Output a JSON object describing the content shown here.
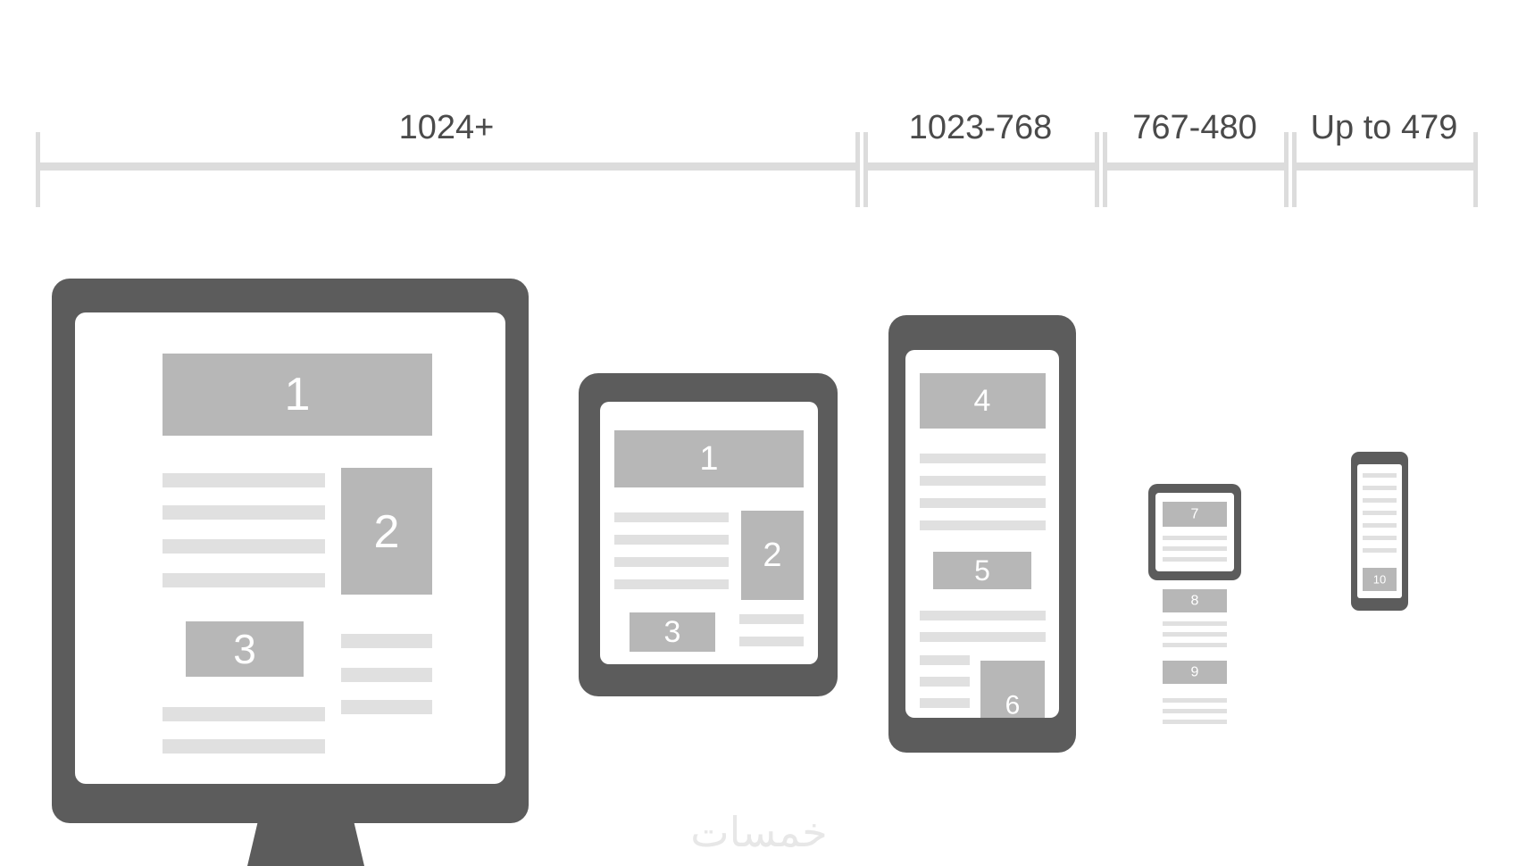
{
  "breakpoints": [
    {
      "label": "1024+"
    },
    {
      "label": "1023-768"
    },
    {
      "label": "767-480"
    },
    {
      "label": "Up to 479"
    }
  ],
  "devices": {
    "desktop": {
      "blocks": [
        "1",
        "2",
        "3"
      ]
    },
    "tablet_landscape": {
      "blocks": [
        "1",
        "2",
        "3"
      ]
    },
    "tablet_portrait": {
      "blocks": [
        "4",
        "5",
        "6"
      ]
    },
    "phone_landscape": {
      "blocks": [
        "7",
        "8",
        "9"
      ]
    },
    "phone_portrait": {
      "blocks": [
        "10"
      ]
    }
  },
  "watermark": "خمسات",
  "colors": {
    "device_frame": "#5c5c5c",
    "screen": "#ffffff",
    "block": "#b7b7b7",
    "text_line": "#e0e0e0",
    "ruler": "#dcdcdc",
    "label": "#4a4a4a"
  }
}
